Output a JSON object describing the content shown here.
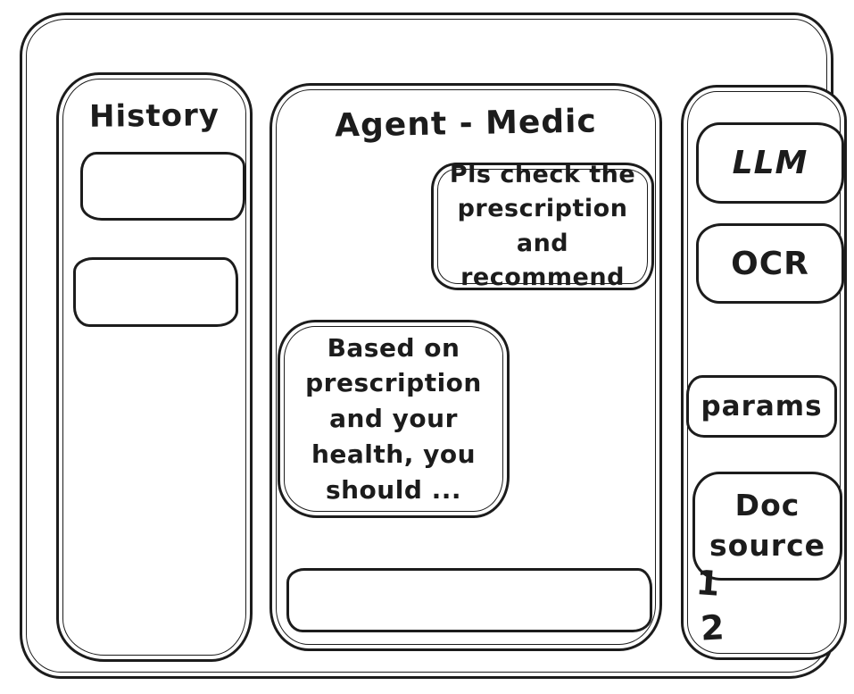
{
  "app": {
    "title": "Agent - Medic"
  },
  "history": {
    "title": "History",
    "items": [
      "",
      ""
    ]
  },
  "chat": {
    "user_message": "Pls check the\nprescription\nand recommend",
    "assistant_message": "Based on\nprescription\nand your\nhealth, you\nshould ...",
    "input": {
      "value": "",
      "placeholder": ""
    }
  },
  "tools": {
    "llm_label": "LLM",
    "ocr_label": "OCR",
    "params_label": "params",
    "doc_source_label": "Doc source",
    "doc_sources": [
      "1",
      "2"
    ]
  },
  "colors": {
    "ink": "#1c1c1c",
    "background": "#ffffff"
  }
}
